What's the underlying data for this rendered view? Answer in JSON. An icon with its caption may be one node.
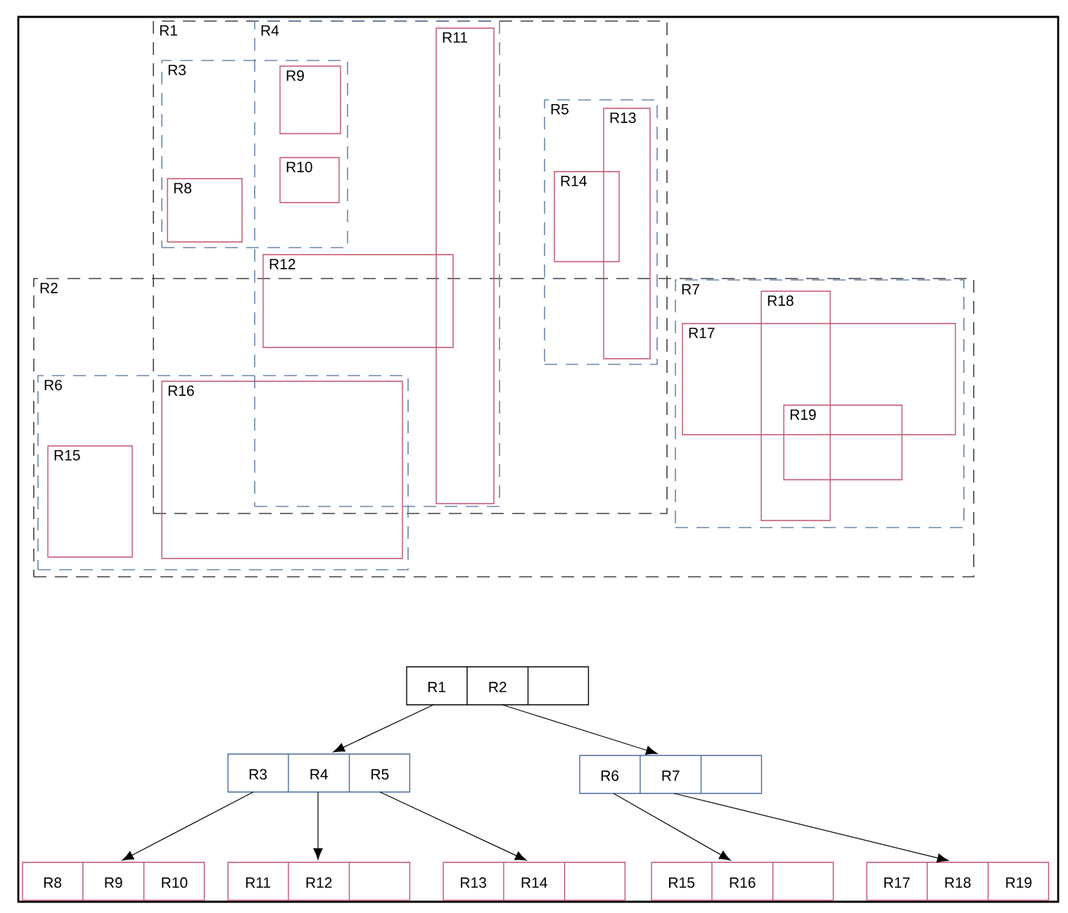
{
  "diagram": {
    "nodes": [
      {
        "text": [
          "R1"
        ]
      },
      {
        "text": [
          "R2"
        ]
      },
      {
        "text": [
          "R3"
        ],
        "in": 0
      },
      {
        "text": [
          "R4"
        ],
        "in": 0
      },
      {
        "text": [
          "R5"
        ],
        "in": 0
      },
      {
        "text": [
          "R6"
        ],
        "in": 1
      },
      {
        "text": [
          "R7"
        ],
        "in": 1
      },
      {
        "text": [
          "R8"
        ],
        "in": 2
      },
      {
        "text": [
          "R9"
        ]
      },
      {
        "text": [
          "R10"
        ]
      },
      {
        "text": [
          "R11"
        ],
        "in": 3
      },
      {
        "text": [
          "R12"
        ],
        "in": 3
      },
      {
        "text": [
          "R13"
        ],
        "in": 4
      },
      {
        "text": [
          "R14"
        ],
        "in": 4
      },
      {
        "text": [
          "R15"
        ],
        "in": 5
      },
      {
        "text": [
          "R16"
        ],
        "in": 5
      },
      {
        "text": [
          "R17"
        ],
        "in": 6
      },
      {
        "text": [
          "R18"
        ],
        "in": 6
      },
      {
        "text": [
          "R19"
        ],
        "in": 6
      },
      {
        "text": [
          "R1",
          "R2"
        ]
      },
      {
        "text": [
          "R3",
          "R4",
          "R5"
        ]
      },
      {
        "text": [
          "R6",
          "R7"
        ]
      },
      {
        "text": [
          "R8",
          "R9",
          "R10"
        ]
      },
      {
        "text": [
          "R11",
          "R12"
        ]
      },
      {
        "text": [
          "R13",
          "R14"
        ]
      },
      {
        "text": [
          "R15",
          "R16"
        ]
      },
      {
        "text": [
          "R17",
          "R18",
          "R19"
        ]
      }
    ],
    "edges": [
      {
        "from": 19,
        "to": 20,
        "arrow": "to"
      },
      {
        "from": 19,
        "to": 21,
        "arrow": "to"
      },
      {
        "from": 20,
        "to": 22,
        "arrow": "to"
      },
      {
        "from": 20,
        "to": 23,
        "arrow": "to"
      },
      {
        "from": 20,
        "to": 24,
        "arrow": "to"
      },
      {
        "from": 21,
        "to": 25,
        "arrow": "to"
      },
      {
        "from": 21,
        "to": 26,
        "arrow": "to"
      }
    ]
  }
}
